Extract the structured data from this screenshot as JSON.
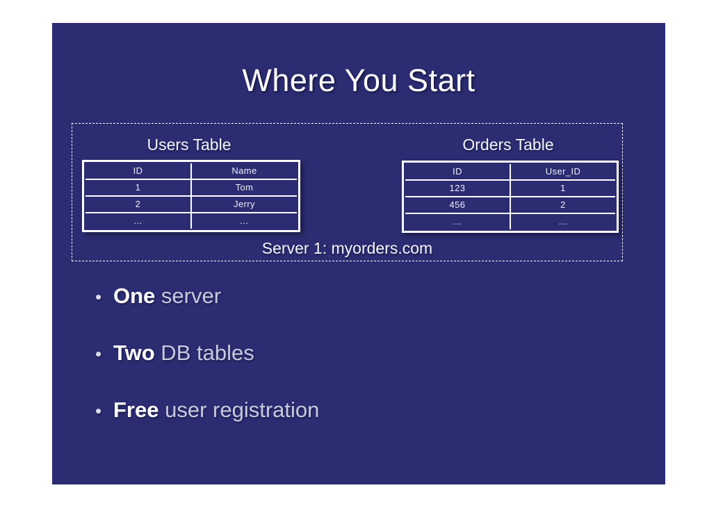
{
  "slide": {
    "title": "Where You Start",
    "diagram_box": {
      "tables": [
        {
          "caption": "Users Table",
          "headers": [
            "ID",
            "Name"
          ],
          "rows": [
            [
              "1",
              "Tom"
            ],
            [
              "2",
              "Jerry"
            ],
            [
              "…",
              "…"
            ]
          ]
        },
        {
          "caption": "Orders Table",
          "headers": [
            "ID",
            "User_ID"
          ],
          "rows": [
            [
              "123",
              "1"
            ],
            [
              "456",
              "2"
            ],
            [
              "…",
              "…"
            ]
          ]
        }
      ],
      "server_label": "Server 1: myorders.com"
    },
    "bullet_glyph": "•",
    "bullets": [
      {
        "bold": "One",
        "rest": " server"
      },
      {
        "bold": "Two",
        "rest": " DB tables"
      },
      {
        "bold": "Free",
        "rest": " user registration"
      }
    ]
  },
  "colors": {
    "page_background": "#ffffff",
    "slide_background": "#2b2c71",
    "title_text": "#ffffff",
    "bullet_bold_text": "#ffffff",
    "bullet_regular_text": "#c8c9e0",
    "table_text": "#eef0fa",
    "border_white": "#ffffff"
  }
}
